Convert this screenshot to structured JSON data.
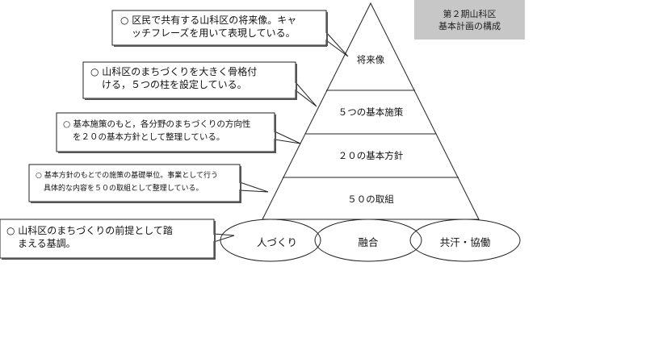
{
  "title": {
    "line1": "第２期山科区",
    "line2": "基本計画の構成"
  },
  "pyramid": {
    "tiers": [
      {
        "label": "将来像"
      },
      {
        "label": "５つの基本施策"
      },
      {
        "label": "２０の基本方針"
      },
      {
        "label": "５０の取組"
      }
    ]
  },
  "foundation": {
    "ovals": [
      {
        "label": "人づくり"
      },
      {
        "label": "融合"
      },
      {
        "label": "共汗・協働"
      }
    ]
  },
  "callouts": [
    {
      "line1": "○ 区民で共有する山科区の将来像。キャ",
      "line2": "ッチフレーズを用いて表現している。"
    },
    {
      "line1": "○ 山科区のまちづくりを大きく骨格付",
      "line2": "ける，５つの柱を設定している。"
    },
    {
      "line1": "○ 基本施策のもと，各分野のまちづくりの方向性",
      "line2": "を２０の基本方針として整理している。"
    },
    {
      "line1": "○ 基本方針のもとでの施策の基礎単位。事業として行う",
      "line2": "具体的な内容を５０の取組として整理している。"
    },
    {
      "line1": "○ 山科区のまちづくりの前提として踏",
      "line2": "まえる基調。"
    }
  ]
}
